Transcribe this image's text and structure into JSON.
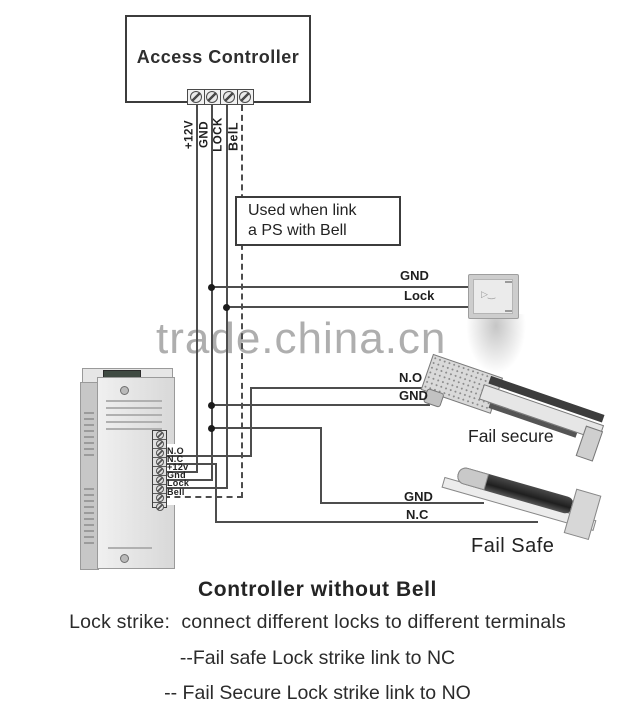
{
  "diagram": {
    "controller": {
      "title": "Access Controller",
      "terminals": [
        "+12V",
        "GND",
        "LOCK",
        "BelL"
      ]
    },
    "note_box": {
      "line1": "Used when link",
      "line2": "a PS with Bell"
    },
    "bell_ps_branch": {
      "gnd_label": "GND",
      "lock_label": "Lock"
    },
    "watermark": "trade.china.cn",
    "psu": {
      "terminals": [
        "N.O",
        "N.C",
        "+12v",
        "Gnd",
        "Lock",
        "Bell"
      ]
    },
    "fail_secure": {
      "no_label": "N.O",
      "gnd_label": "GND",
      "caption": "Fail secure"
    },
    "fail_safe": {
      "gnd_label": "GND",
      "nc_label": "N.C",
      "caption": "Fail Safe"
    }
  },
  "footer": {
    "title": "Controller without Bell",
    "line1": "Lock strike:  connect different locks to different terminals",
    "line2": "--Fail safe Lock strike link to NC",
    "line3": "-- Fail Secure Lock strike link to NO"
  },
  "colors": {
    "wire": "#4d4d4d",
    "watermark": "#aeaeae",
    "text": "#262626"
  }
}
